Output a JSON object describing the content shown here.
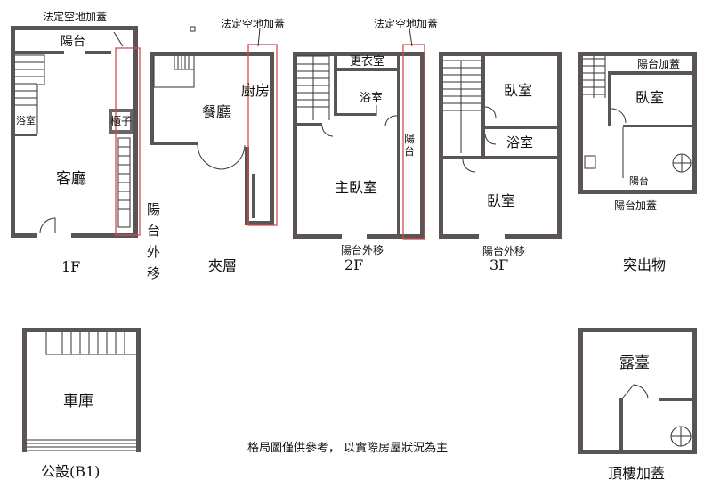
{
  "notes": {
    "legal_space_top_left": "法定空地加蓋",
    "legal_space_mezz": "法定空地加蓋",
    "legal_space_2f": "法定空地加蓋",
    "disclaimer": "格局圖僅供參考，  以實際房屋狀況為主"
  },
  "floors": {
    "f1": {
      "title": "1F",
      "rooms": {
        "balcony": "陽台",
        "bath": "浴室",
        "cabinet": "櫃子",
        "living": "客廳"
      },
      "balcony_moved_vertical": [
        "陽",
        "台",
        "外",
        "移"
      ]
    },
    "mezzanine": {
      "title": "夾層",
      "rooms": {
        "dining": "餐廳",
        "kitchen": "廚房"
      }
    },
    "f2": {
      "title": "2F",
      "rooms": {
        "closet": "更衣室",
        "bath": "浴室",
        "master": "主臥室",
        "balcony_vertical": [
          "陽",
          "台"
        ]
      },
      "balcony_moved": "陽台外移"
    },
    "f3": {
      "title": "3F",
      "rooms": {
        "bedroom_top": "臥室",
        "bath": "浴室",
        "bedroom_bottom": "臥室"
      },
      "balcony_moved": "陽台外移"
    },
    "protrusion": {
      "title": "突出物",
      "rooms": {
        "balcony_addon_top": "陽台加蓋",
        "bedroom": "臥室",
        "balcony": "陽台"
      },
      "balcony_addon_bottom": "陽台加蓋"
    },
    "garage": {
      "title": "公設(B1)",
      "rooms": {
        "garage": "車庫"
      }
    },
    "roof": {
      "title": "頂樓加蓋",
      "rooms": {
        "terrace": "露臺"
      }
    }
  }
}
